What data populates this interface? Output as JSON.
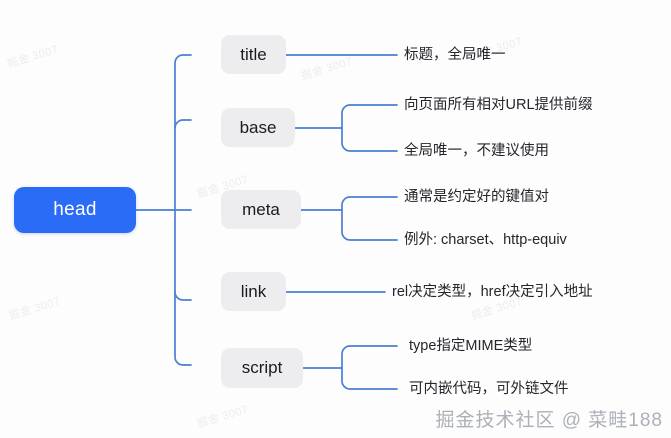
{
  "diagram": {
    "type": "mind-map",
    "title": "head",
    "root": {
      "label": "head",
      "color": "#2b6cf6",
      "text_color": "#ffffff"
    },
    "branch_style": {
      "fill": "#ededef",
      "text_color": "#1b1b1f",
      "edge_color": "#4a7fd4"
    },
    "branches": [
      {
        "label": "title",
        "leaves": [
          "标题，全局唯一"
        ]
      },
      {
        "label": "base",
        "leaves": [
          "向页面所有相对URL提供前缀",
          "全局唯一，不建议使用"
        ]
      },
      {
        "label": "meta",
        "leaves": [
          "通常是约定好的键值对",
          "例外: charset、http-equiv"
        ]
      },
      {
        "label": "link",
        "leaves": [
          "rel决定类型，href决定引入地址"
        ]
      },
      {
        "label": "script",
        "leaves": [
          "type指定MIME类型",
          "可内嵌代码，可外链文件"
        ]
      }
    ]
  },
  "watermarks": {
    "tiled_text": "掘金 3007",
    "footer": "掘金技术社区 @ 菜畦188"
  }
}
